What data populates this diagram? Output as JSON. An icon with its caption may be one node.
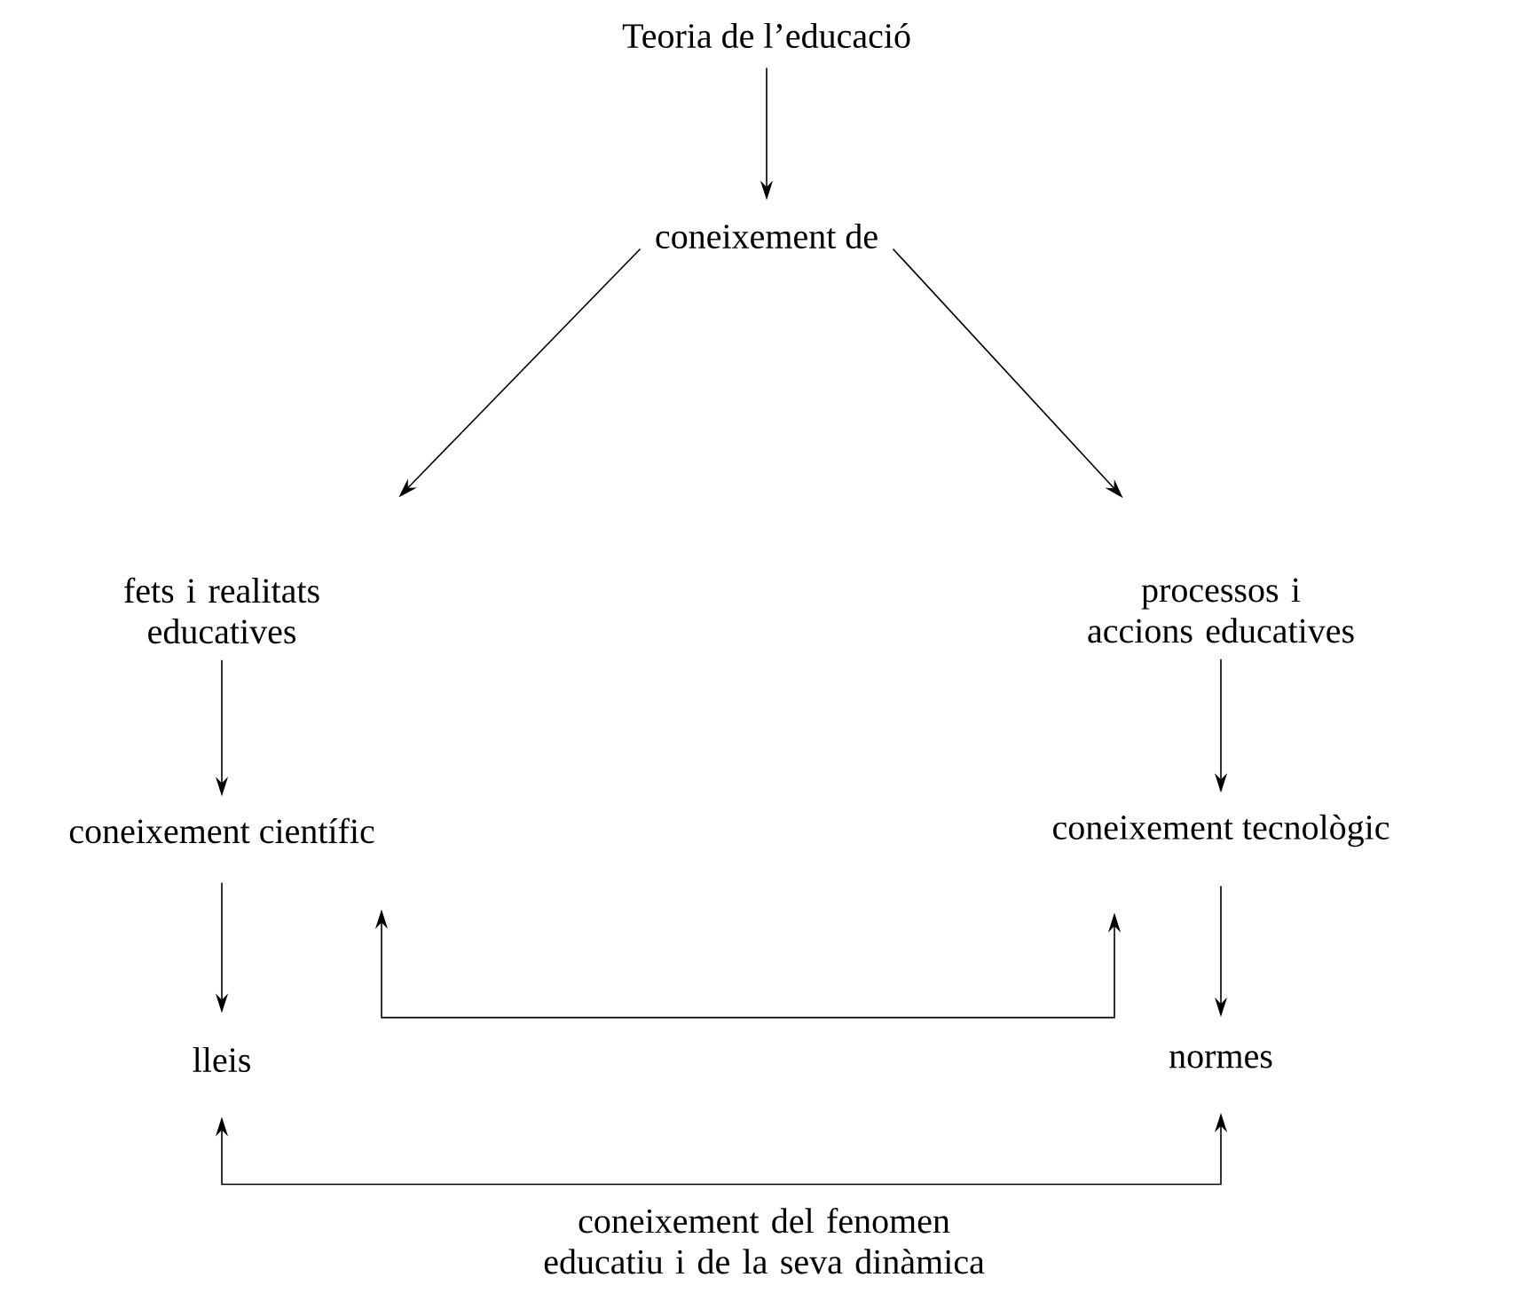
{
  "diagram": {
    "nodes": [
      {
        "text": [
          "Teoria de l’educació"
        ]
      },
      {
        "text": [
          "coneixement de"
        ]
      },
      {
        "text": [
          "fets i realitats educatives"
        ]
      },
      {
        "text": [
          "processos i accions educatives"
        ]
      },
      {
        "text": [
          "coneixement científic"
        ]
      },
      {
        "text": [
          "coneixement tecnològic"
        ]
      },
      {
        "text": [
          "lleis"
        ]
      },
      {
        "text": [
          "normes"
        ]
      }
    ],
    "edges": [
      {
        "from": 0,
        "to": 1,
        "arrow": "to"
      },
      {
        "from": 1,
        "to": 2,
        "arrow": "to"
      },
      {
        "from": 1,
        "to": 3,
        "arrow": "to"
      },
      {
        "from": 2,
        "to": 4,
        "arrow": "to"
      },
      {
        "from": 3,
        "to": 5,
        "arrow": "to"
      },
      {
        "from": 4,
        "to": 6,
        "arrow": "to"
      },
      {
        "from": 5,
        "to": 7,
        "arrow": "to"
      },
      {
        "from": 4,
        "to": 5,
        "arrow": "both"
      },
      {
        "from": 6,
        "to": 7,
        "arrow": "both",
        "label": "coneixement del fenomen educatiu i de la seva dinàmica"
      }
    ]
  }
}
